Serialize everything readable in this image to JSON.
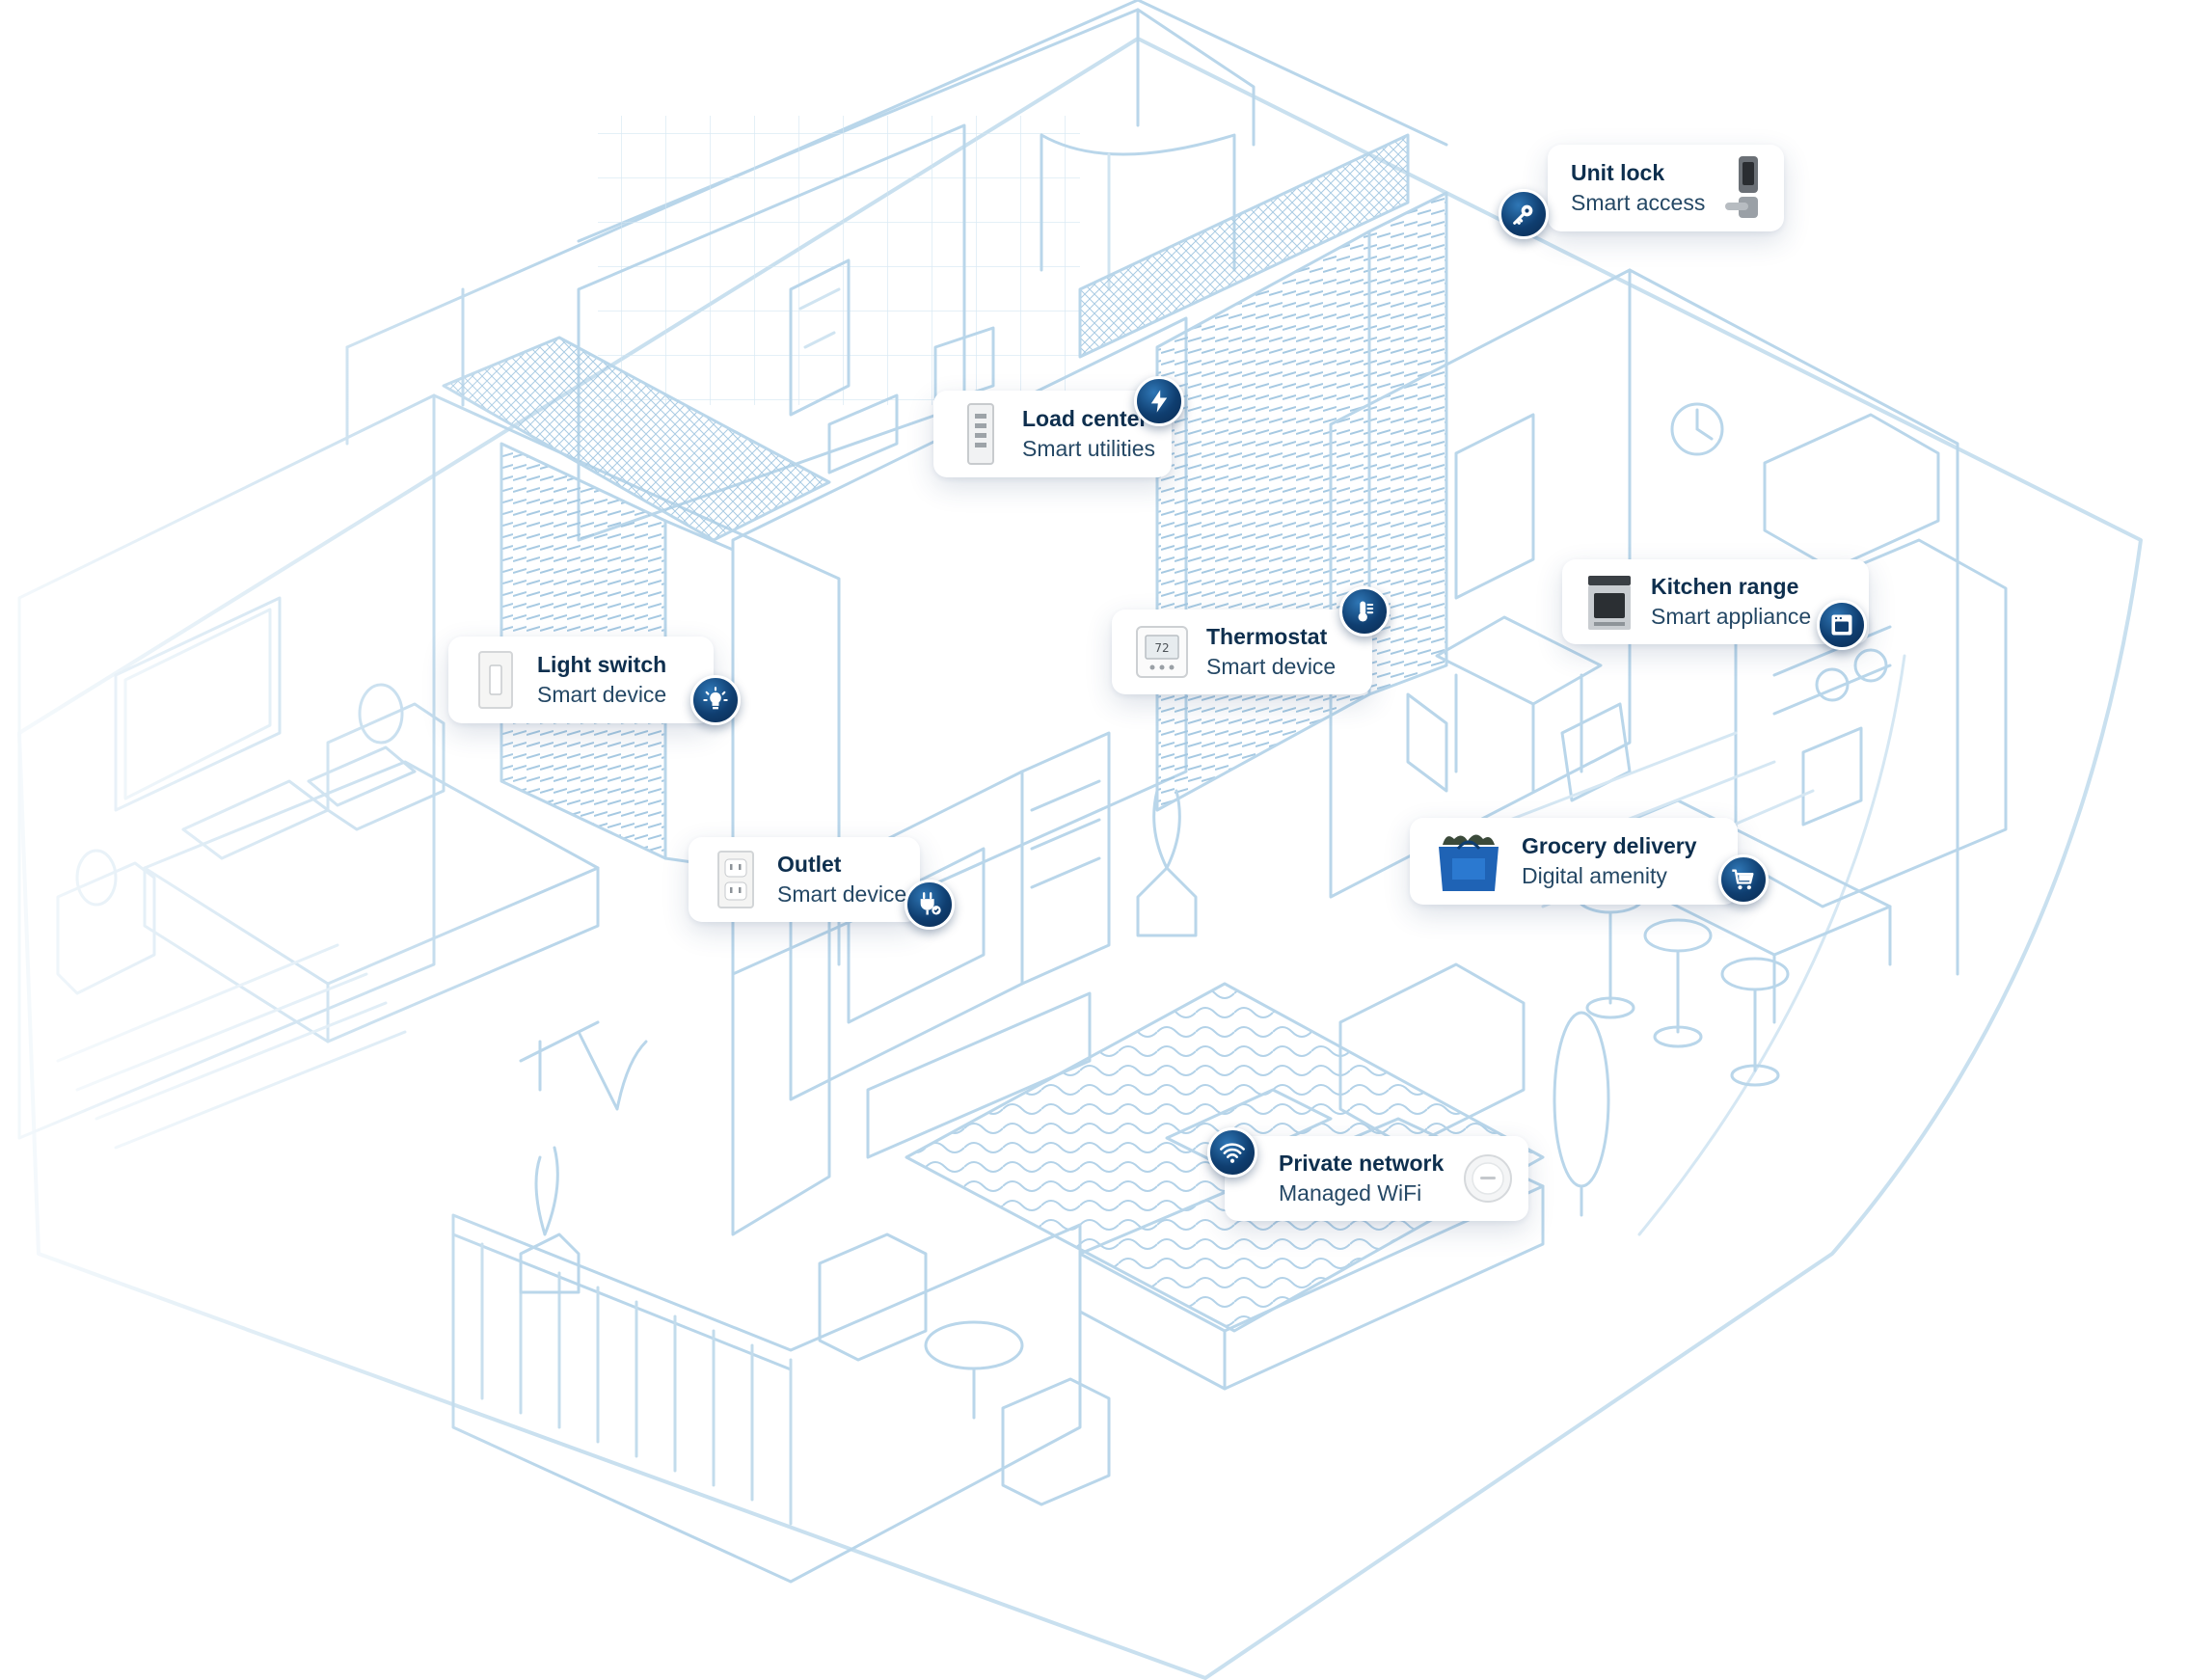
{
  "callouts": [
    {
      "id": "unit-lock",
      "title": "Unit lock",
      "subtitle": "Smart access",
      "icon": "key-icon",
      "thumbnail": "door-lock-thumbnail"
    },
    {
      "id": "load-center",
      "title": "Load center",
      "subtitle": "Smart utilities",
      "icon": "lightning-bolt-icon",
      "thumbnail": "breaker-panel-thumbnail"
    },
    {
      "id": "light-switch",
      "title": "Light switch",
      "subtitle": "Smart device",
      "icon": "light-bulb-icon",
      "thumbnail": "switch-plate-thumbnail"
    },
    {
      "id": "thermostat",
      "title": "Thermostat",
      "subtitle": "Smart device",
      "icon": "thermometer-icon",
      "thumbnail": "thermostat-thumbnail"
    },
    {
      "id": "kitchen-range",
      "title": "Kitchen range",
      "subtitle": "Smart appliance",
      "icon": "oven-icon",
      "thumbnail": "range-thumbnail"
    },
    {
      "id": "outlet",
      "title": "Outlet",
      "subtitle": "Smart device",
      "icon": "plug-check-icon",
      "thumbnail": "outlet-thumbnail"
    },
    {
      "id": "grocery-delivery",
      "title": "Grocery delivery",
      "subtitle": "Digital amenity",
      "icon": "shopping-cart-icon",
      "thumbnail": "grocery-bag-thumbnail"
    },
    {
      "id": "private-network",
      "title": "Private network",
      "subtitle": "Managed WiFi",
      "icon": "wifi-icon",
      "thumbnail": "access-point-thumbnail"
    }
  ],
  "colors": {
    "line": "#b9d6ea",
    "line_dark": "#8fbadb",
    "title": "#0e2f4e",
    "subtitle": "#254865",
    "badge": "#0f3e70"
  }
}
